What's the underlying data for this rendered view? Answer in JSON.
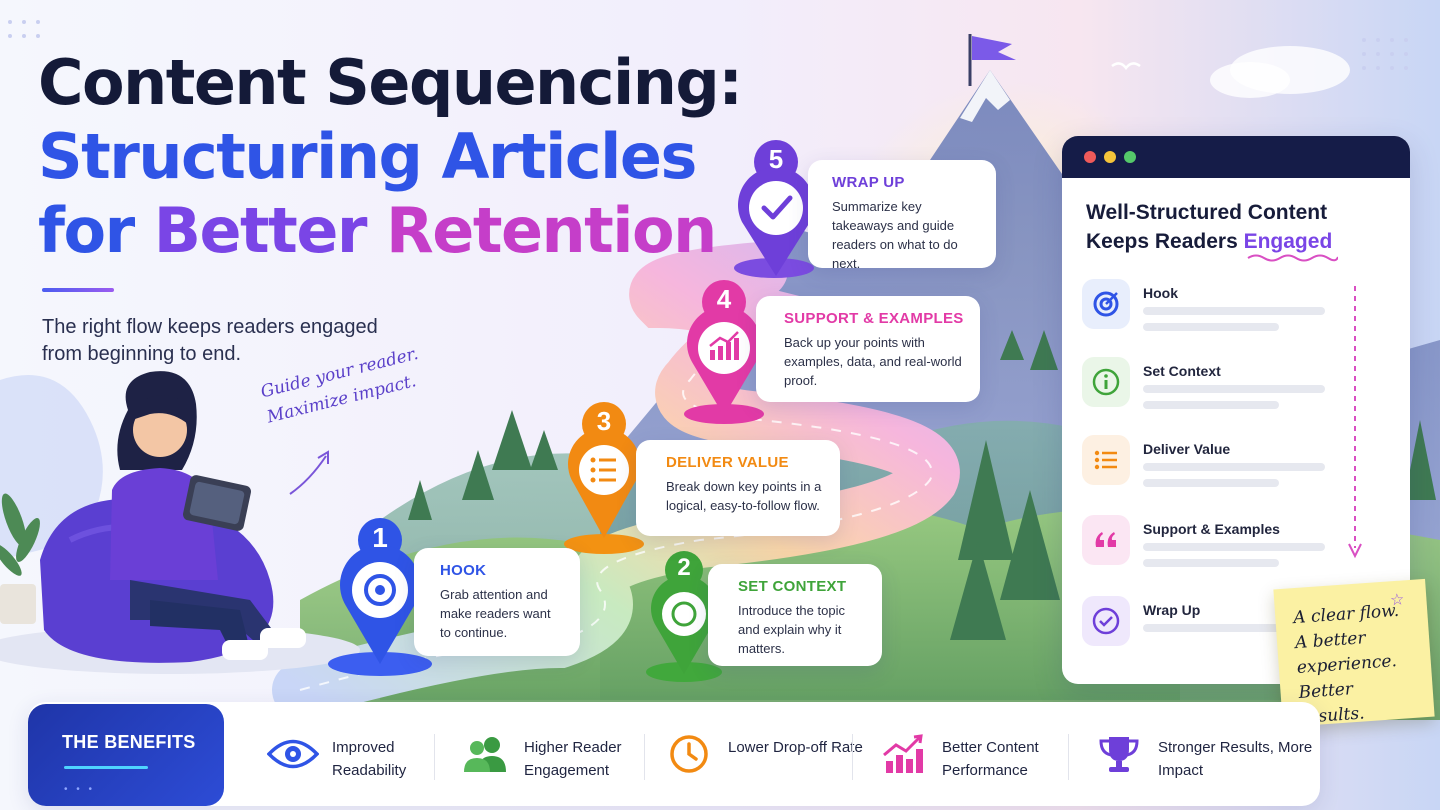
{
  "title": {
    "line1": "Content Sequencing:",
    "line2": "Structuring Articles",
    "line3_a": "for ",
    "line3_b": "Better ",
    "line3_c": "Retention"
  },
  "subtitle": "The right flow keeps readers engaged from beginning to end.",
  "handwritten": {
    "line1": "Guide your reader.",
    "line2": "Maximize impact."
  },
  "steps": [
    {
      "number": "1",
      "title": "HOOK",
      "desc": "Grab attention and make readers want to continue.",
      "color": "#2f54e6"
    },
    {
      "number": "2",
      "title": "SET CONTEXT",
      "desc": "Introduce the topic and explain why it matters.",
      "color": "#3fa43a"
    },
    {
      "number": "3",
      "title": "DELIVER VALUE",
      "desc": "Break down key points in a logical, easy-to-follow flow.",
      "color": "#f28a12"
    },
    {
      "number": "4",
      "title": "SUPPORT & EXAMPLES",
      "desc": "Back up your points with examples, data, and real-world proof.",
      "color": "#e23aa6"
    },
    {
      "number": "5",
      "title": "WRAP UP",
      "desc": "Summarize key takeaways and guide readers on what to do next.",
      "color": "#6e3fd9"
    }
  ],
  "panel": {
    "title_a": "Well-Structured Content Keeps Readers ",
    "title_b": "Engaged",
    "items": [
      {
        "label": "Hook",
        "icon": "target-icon"
      },
      {
        "label": "Set Context",
        "icon": "info-icon"
      },
      {
        "label": "Deliver Value",
        "icon": "list-icon"
      },
      {
        "label": "Support & Examples",
        "icon": "quote-icon"
      },
      {
        "label": "Wrap Up",
        "icon": "check-circle-icon"
      }
    ]
  },
  "sticky_note": {
    "line1": "A clear flow.",
    "line2": "A better",
    "line3": "experience.",
    "line4": "Better results."
  },
  "benefits": {
    "heading": "THE BENEFITS",
    "items": [
      {
        "label": "Improved Readability",
        "icon": "eye-icon"
      },
      {
        "label": "Higher Reader Engagement",
        "icon": "people-icon"
      },
      {
        "label": "Lower Drop-off Rate",
        "icon": "clock-icon"
      },
      {
        "label": "Better Content Performance",
        "icon": "chart-icon"
      },
      {
        "label": "Stronger Results, More Impact",
        "icon": "trophy-icon"
      }
    ]
  },
  "colors": {
    "navy": "#141a38",
    "blue": "#2f54e6",
    "purple": "#7a45e6",
    "pink": "#c53ec9"
  }
}
